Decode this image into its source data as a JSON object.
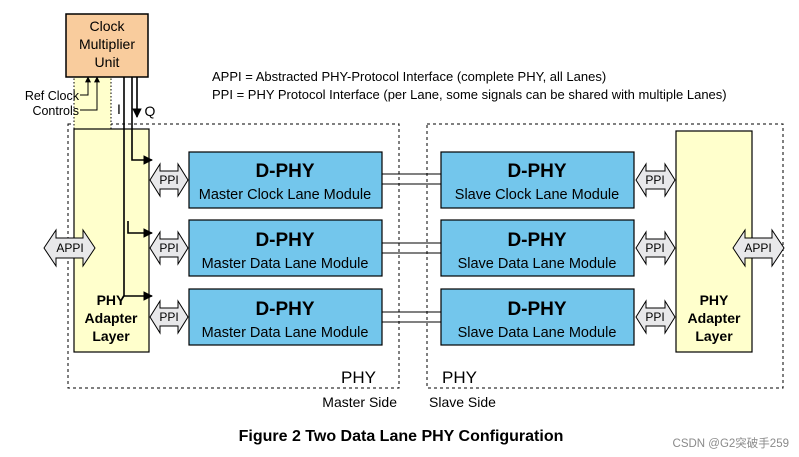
{
  "clock_unit": {
    "line1": "Clock",
    "line2": "Multiplier",
    "line3": "Unit"
  },
  "ref_clock": {
    "line1": "Ref Clock",
    "line2": "Controls"
  },
  "iq": {
    "i": "I",
    "q": "Q"
  },
  "legend": {
    "appi": "APPI = Abstracted PHY-Protocol Interface (complete PHY, all Lanes)",
    "ppi": "PPI   = PHY Protocol Interface (per Lane, some signals can be shared with multiple Lanes)"
  },
  "adapter": {
    "line1": "PHY",
    "line2": "Adapter",
    "line3": "Layer"
  },
  "appi_label": "APPI",
  "ppi_label": "PPI",
  "master_modules": [
    {
      "title": "D-PHY",
      "subtitle": "Master Clock Lane Module"
    },
    {
      "title": "D-PHY",
      "subtitle": "Master Data Lane Module"
    },
    {
      "title": "D-PHY",
      "subtitle": "Master Data Lane Module"
    }
  ],
  "slave_modules": [
    {
      "title": "D-PHY",
      "subtitle": "Slave Clock Lane Module"
    },
    {
      "title": "D-PHY",
      "subtitle": "Slave Data Lane Module"
    },
    {
      "title": "D-PHY",
      "subtitle": "Slave Data Lane Module"
    }
  ],
  "master_side": {
    "phy": "PHY",
    "side": "Master Side"
  },
  "slave_side": {
    "phy": "PHY",
    "side": "Slave Side"
  },
  "caption": "Figure 2 Two Data Lane PHY Configuration",
  "watermark": "CSDN @G2突破手259",
  "colors": {
    "clock_unit": "#f9cc9d",
    "adapter": "#ffffcc",
    "module": "#73c6ec",
    "interface_arrow": "#e8e8ea"
  }
}
